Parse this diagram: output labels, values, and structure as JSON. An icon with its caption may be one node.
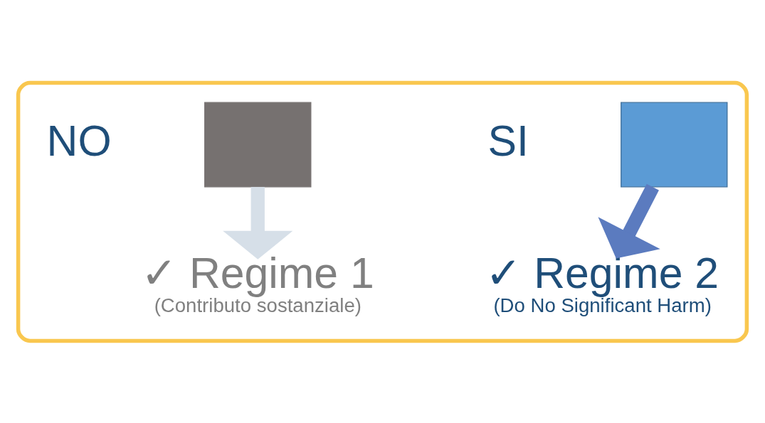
{
  "diagram": {
    "nodes": [
      {
        "text": [],
        "shape": "box"
      },
      {
        "text": [],
        "shape": "box",
        "beside": [
          "NO"
        ],
        "in": 0
      },
      {
        "text": [],
        "shape": "checkbox",
        "beside": [
          "SI"
        ],
        "in": 0
      },
      {
        "text": [
          "✓ Regime 1",
          "(Contributo sostanziale)"
        ],
        "in": 0
      },
      {
        "text": [
          "✓ Regime 2",
          "(Do No Significant Harm)"
        ],
        "in": 0
      }
    ],
    "edges": [
      {
        "from": 1,
        "to": 3,
        "arrow": "to",
        "color": "#d6dfe8"
      },
      {
        "from": 2,
        "to": 4,
        "arrow": "to",
        "color": "#5b7bbf"
      }
    ]
  }
}
